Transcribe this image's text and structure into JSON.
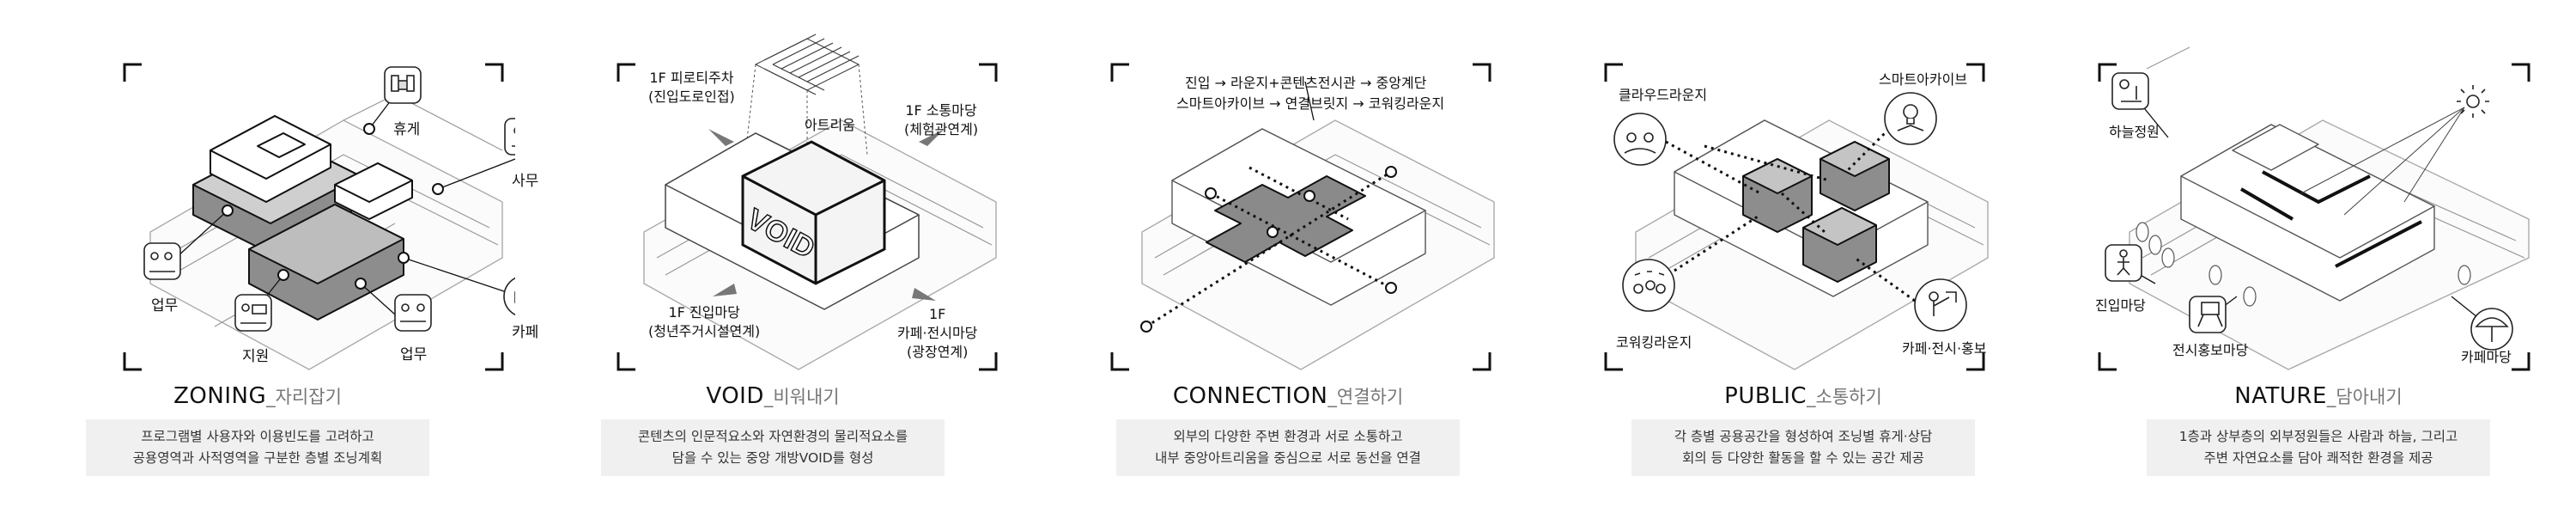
{
  "panels": [
    {
      "title": "ZONING",
      "subtitle": "_자리잡기",
      "desc": [
        "프로그램별 사용자와 이용빈도를 고려하고",
        "공용영역과 사적영역을 구분한 층별 조닝계획"
      ],
      "labels": {
        "rest": "휴게",
        "office_right": "사무",
        "work_left": "업무",
        "support": "지원",
        "work_bottom": "업무",
        "cafe": "카페"
      },
      "icons": [
        "sofa-icon",
        "office-desk-icon",
        "meeting-people-icon",
        "support-desk-icon",
        "people-table-icon",
        "coffee-cup-icon"
      ]
    },
    {
      "title": "VOID",
      "subtitle": "_비워내기",
      "desc": [
        "콘텐츠의 인문적요소와 자연환경의 물리적요소를",
        "담을 수 있는 중앙 개방VOID를 형성"
      ],
      "void_text": "VOID",
      "labels": {
        "pilotis": [
          "1F 피로티주차",
          "(진입도로인접)"
        ],
        "atrium": "아트리움",
        "comm_yard": [
          "1F 소통마당",
          "(체험관연계)"
        ],
        "entry_yard": [
          "1F 진입마당",
          "(청년주거시설연계)"
        ],
        "cafe_yard": [
          "1F",
          "카페·전시마당",
          "(광장연계)"
        ]
      }
    },
    {
      "title": "CONNECTION",
      "subtitle": "_연결하기",
      "desc": [
        "외부의 다양한 주변 환경과 서로 소통하고",
        "내부 중앙아트리움을 중심으로 서로 동선을 연결"
      ],
      "labels": {
        "route1": "진입 → 라운지+콘텐츠전시관 → 중앙계단",
        "route2": "스마트아카이브 → 연결브릿지 → 코워킹라운지"
      }
    },
    {
      "title": "PUBLIC",
      "subtitle": "_소통하기",
      "desc": [
        "각 층별 공용공간을 형성하여 조닝별 휴게·상담",
        "회의 등 다양한 활동을 할 수 있는 공간 제공"
      ],
      "labels": {
        "cloud_lounge": "클라우드라운지",
        "smart_archive": "스마트아카이브",
        "coworking": "코워킹라운지",
        "cafe_exhibit": "카페·전시·홍보"
      },
      "icons": [
        "people-talking-icon",
        "lightbulb-book-icon",
        "star-people-icon",
        "person-presenting-icon"
      ]
    },
    {
      "title": "NATURE",
      "subtitle": "_담아내기",
      "desc": [
        "1층과 상부층의 외부정원들은 사람과 하늘, 그리고",
        "주변 자연요소를 담아 쾌적한 환경을 제공"
      ],
      "labels": {
        "sky_garden": "하늘정원",
        "entry_yard": "진입마당",
        "exhibit_yard": "전시홍보마당",
        "cafe_yard": "카페마당"
      },
      "icons": [
        "sky-garden-icon",
        "walking-person-icon",
        "exhibit-board-icon",
        "parasol-icon",
        "sun-icon"
      ]
    }
  ]
}
